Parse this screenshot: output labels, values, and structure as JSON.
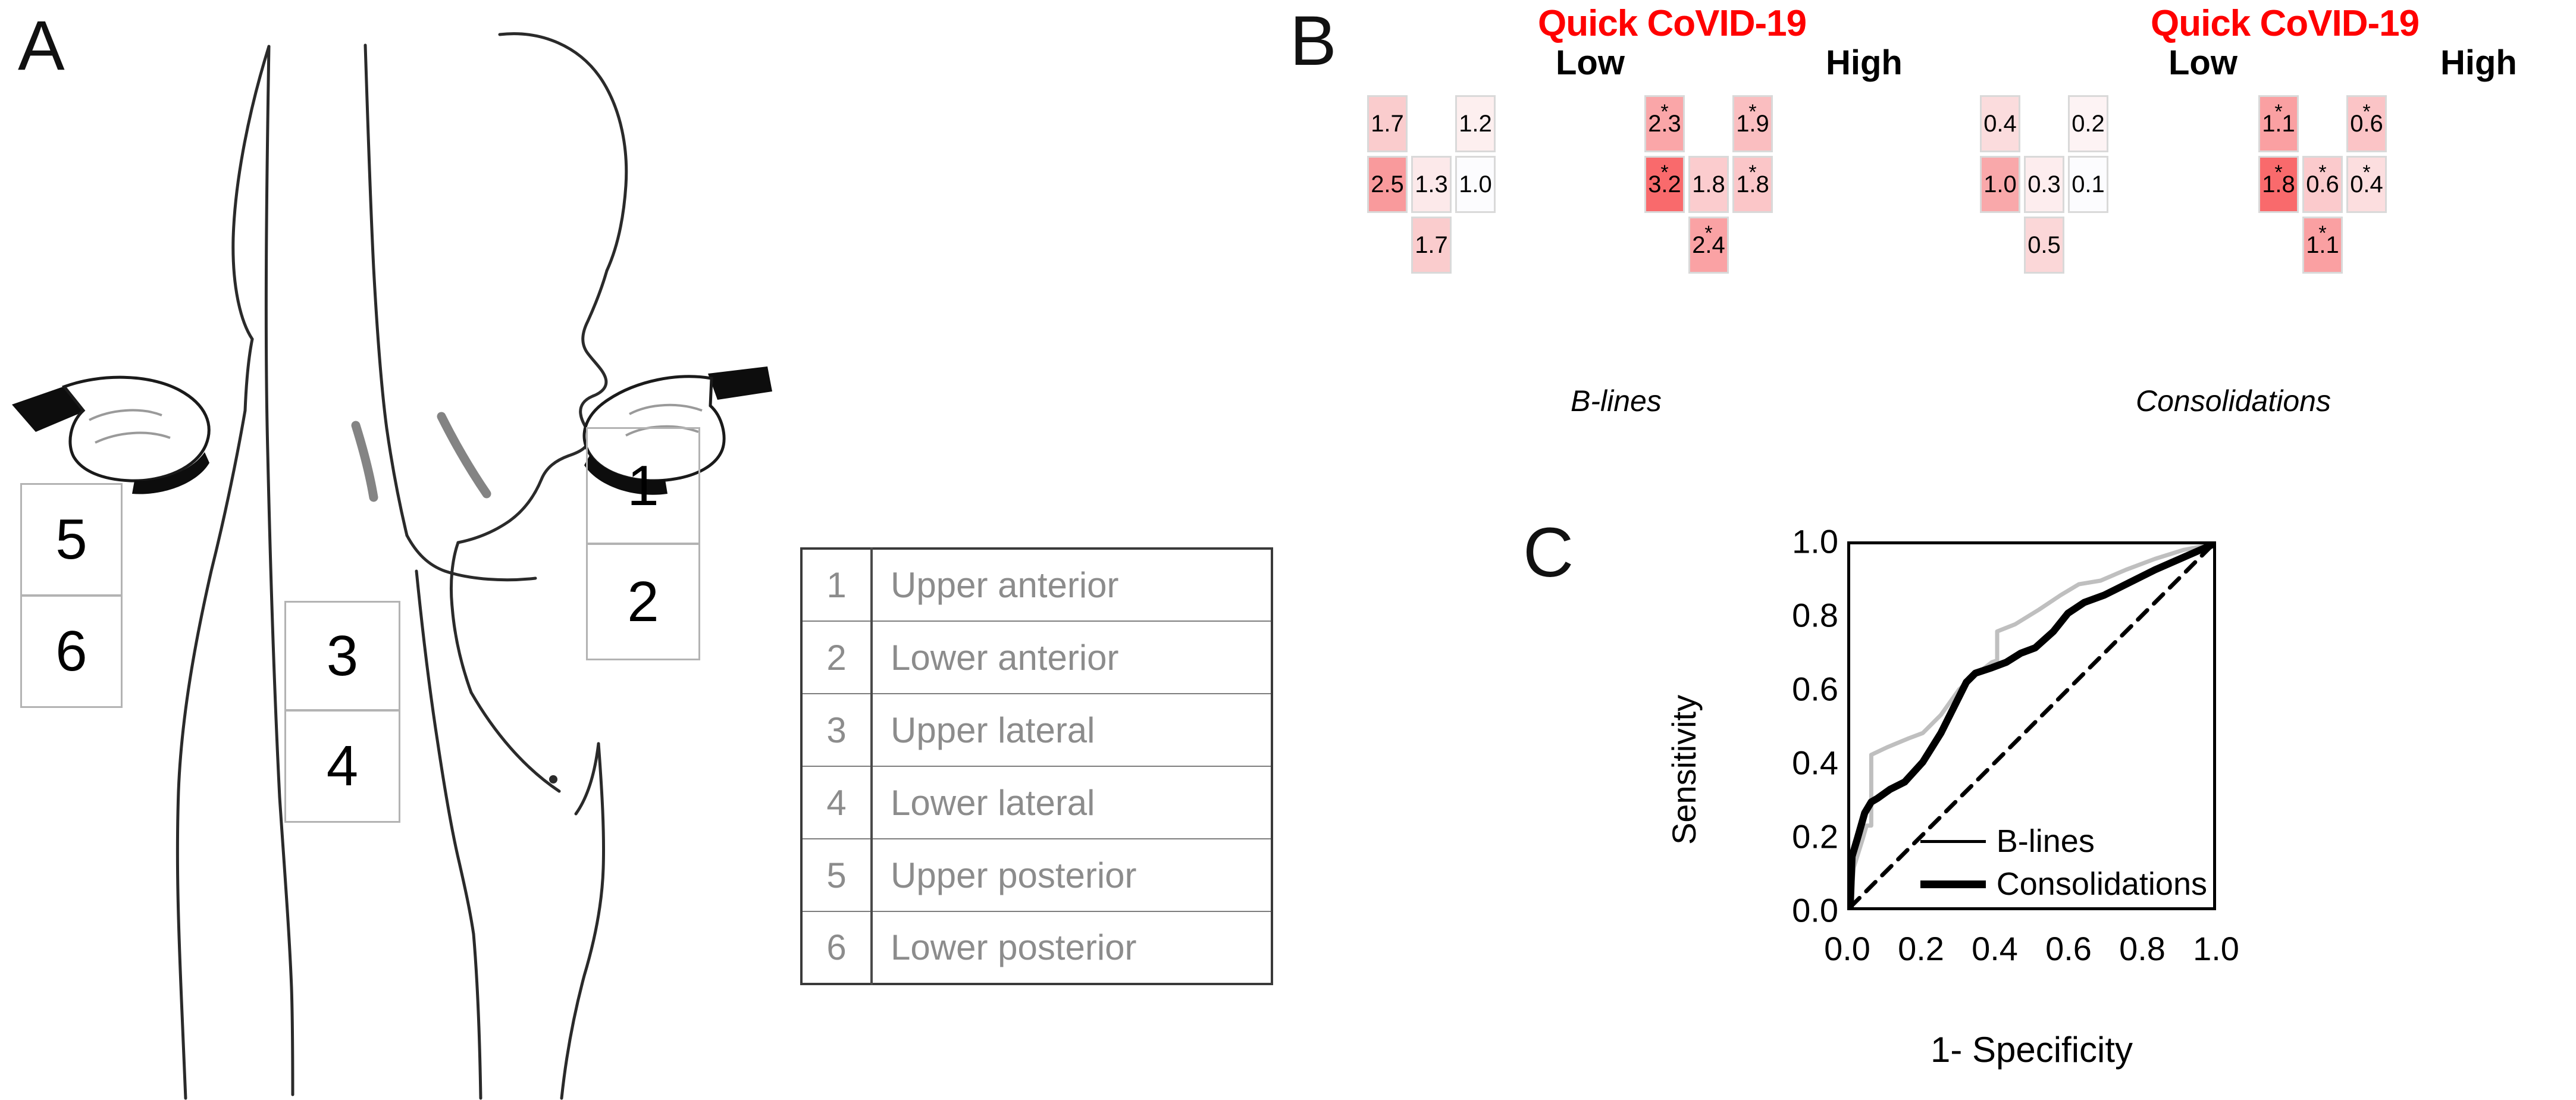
{
  "panels": {
    "a": {
      "letter": "A"
    },
    "b": {
      "letter": "B"
    },
    "c": {
      "letter": "C"
    }
  },
  "panel_a": {
    "zone_boxes": [
      {
        "id": "1",
        "label": "1"
      },
      {
        "id": "2",
        "label": "2"
      },
      {
        "id": "3",
        "label": "3"
      },
      {
        "id": "4",
        "label": "4"
      },
      {
        "id": "5",
        "label": "5"
      },
      {
        "id": "6",
        "label": "6"
      }
    ],
    "zone_table": [
      {
        "num": "1",
        "name": "Upper anterior"
      },
      {
        "num": "2",
        "name": "Lower anterior"
      },
      {
        "num": "3",
        "name": "Upper lateral"
      },
      {
        "num": "4",
        "name": "Lower lateral"
      },
      {
        "num": "5",
        "name": "Upper posterior"
      },
      {
        "num": "6",
        "name": "Lower posterior"
      }
    ],
    "icons": {
      "probe": "ultrasound-probe-icon",
      "body": "human-torso-profile-outline"
    }
  },
  "panel_b": {
    "title": "Quick CoVID-19",
    "title_color": "#FF0000",
    "col_labels": {
      "low": "Low",
      "high": "High"
    },
    "measure_labels": {
      "blines": "B-lines",
      "consolidations": "Consolidations"
    },
    "significance_marker": "*",
    "heatmaps": [
      {
        "measure": "B-lines",
        "group": "Low",
        "cells": [
          [
            {
              "v": "1.7",
              "c": "#FACCCD",
              "s": false
            },
            {
              "v": "",
              "c": "",
              "s": false,
              "empty": true
            },
            {
              "v": "1.2",
              "c": "#FDEFEF",
              "s": false
            }
          ],
          [
            {
              "v": "2.5",
              "c": "#F99A9C",
              "s": false
            },
            {
              "v": "1.3",
              "c": "#FCE9EA",
              "s": false
            },
            {
              "v": "1.0",
              "c": "#FCFCFE",
              "s": false
            }
          ],
          [
            {
              "v": "",
              "c": "",
              "s": false,
              "empty": true
            },
            {
              "v": "1.7",
              "c": "#FACCCD",
              "s": false
            },
            {
              "v": "",
              "c": "",
              "s": false,
              "empty": true
            }
          ]
        ]
      },
      {
        "measure": "B-lines",
        "group": "High",
        "cells": [
          [
            {
              "v": "2.3",
              "c": "#FAA6A8",
              "s": true
            },
            {
              "v": "",
              "c": "",
              "s": false,
              "empty": true
            },
            {
              "v": "1.9",
              "c": "#FABEC0",
              "s": true
            }
          ],
          [
            {
              "v": "3.2",
              "c": "#F96A6C",
              "s": true
            },
            {
              "v": "1.8",
              "c": "#FBCCCE",
              "s": false
            },
            {
              "v": "1.8",
              "c": "#FBC6C8",
              "s": true
            }
          ],
          [
            {
              "v": "",
              "c": "",
              "s": false,
              "empty": true
            },
            {
              "v": "2.4",
              "c": "#FAA2A4",
              "s": true
            },
            {
              "v": "",
              "c": "",
              "s": false,
              "empty": true
            }
          ]
        ]
      },
      {
        "measure": "Consolidations",
        "group": "Low",
        "cells": [
          [
            {
              "v": "0.4",
              "c": "#FBDCDD",
              "s": false
            },
            {
              "v": "",
              "c": "",
              "s": false,
              "empty": true
            },
            {
              "v": "0.2",
              "c": "#FDF3F4",
              "s": false
            }
          ],
          [
            {
              "v": "1.0",
              "c": "#F9A8AA",
              "s": false
            },
            {
              "v": "0.3",
              "c": "#FDEDEE",
              "s": false
            },
            {
              "v": "0.1",
              "c": "#FCFCFE",
              "s": false
            }
          ],
          [
            {
              "v": "",
              "c": "",
              "s": false,
              "empty": true
            },
            {
              "v": "0.5",
              "c": "#FBD7D8",
              "s": false
            },
            {
              "v": "",
              "c": "",
              "s": false,
              "empty": true
            }
          ]
        ]
      },
      {
        "measure": "Consolidations",
        "group": "High",
        "cells": [
          [
            {
              "v": "1.1",
              "c": "#FAA0A2",
              "s": true
            },
            {
              "v": "",
              "c": "",
              "s": false,
              "empty": true
            },
            {
              "v": "0.6",
              "c": "#FBC4C6",
              "s": true
            }
          ],
          [
            {
              "v": "1.8",
              "c": "#F96A6C",
              "s": true
            },
            {
              "v": "0.6",
              "c": "#FBCACC",
              "s": true
            },
            {
              "v": "0.4",
              "c": "#FCDEDF",
              "s": true
            }
          ],
          [
            {
              "v": "",
              "c": "",
              "s": false,
              "empty": true
            },
            {
              "v": "1.1",
              "c": "#FAA0A2",
              "s": true
            },
            {
              "v": "",
              "c": "",
              "s": false,
              "empty": true
            }
          ]
        ]
      }
    ]
  },
  "chart_data": {
    "type": "line",
    "title": "",
    "xlabel": "1- Specificity",
    "ylabel": "Sensitivity",
    "xlim": [
      0.0,
      1.0
    ],
    "ylim": [
      0.0,
      1.0
    ],
    "xticks": [
      "0.0",
      "0.2",
      "0.4",
      "0.6",
      "0.8",
      "1.0"
    ],
    "yticks": [
      "0.0",
      "0.2",
      "0.4",
      "0.6",
      "0.8",
      "1.0"
    ],
    "xtick_values": [
      0.0,
      0.2,
      0.4,
      0.6,
      0.8,
      1.0
    ],
    "ytick_values": [
      0.0,
      0.2,
      0.4,
      0.6,
      0.8,
      1.0
    ],
    "grid": false,
    "legend_position": "bottom-right",
    "series": [
      {
        "name": "B-lines",
        "color": "#BFBFBF",
        "width": 7,
        "points": [
          [
            0.0,
            0.0
          ],
          [
            0.01,
            0.11
          ],
          [
            0.035,
            0.19
          ],
          [
            0.045,
            0.225
          ],
          [
            0.058,
            0.225
          ],
          [
            0.058,
            0.42
          ],
          [
            0.1,
            0.44
          ],
          [
            0.16,
            0.465
          ],
          [
            0.2,
            0.48
          ],
          [
            0.25,
            0.53
          ],
          [
            0.3,
            0.6
          ],
          [
            0.345,
            0.64
          ],
          [
            0.39,
            0.675
          ],
          [
            0.405,
            0.68
          ],
          [
            0.405,
            0.76
          ],
          [
            0.455,
            0.78
          ],
          [
            0.52,
            0.82
          ],
          [
            0.58,
            0.86
          ],
          [
            0.63,
            0.89
          ],
          [
            0.69,
            0.9
          ],
          [
            0.76,
            0.93
          ],
          [
            0.84,
            0.96
          ],
          [
            0.92,
            0.985
          ],
          [
            1.0,
            1.0
          ]
        ]
      },
      {
        "name": "Consolidations",
        "color": "#000000",
        "width": 12,
        "points": [
          [
            0.0,
            0.0
          ],
          [
            0.005,
            0.14
          ],
          [
            0.02,
            0.19
          ],
          [
            0.04,
            0.26
          ],
          [
            0.058,
            0.29
          ],
          [
            0.075,
            0.3
          ],
          [
            0.11,
            0.325
          ],
          [
            0.15,
            0.345
          ],
          [
            0.2,
            0.4
          ],
          [
            0.25,
            0.48
          ],
          [
            0.29,
            0.56
          ],
          [
            0.32,
            0.62
          ],
          [
            0.345,
            0.645
          ],
          [
            0.39,
            0.66
          ],
          [
            0.43,
            0.675
          ],
          [
            0.47,
            0.7
          ],
          [
            0.51,
            0.715
          ],
          [
            0.56,
            0.76
          ],
          [
            0.6,
            0.81
          ],
          [
            0.645,
            0.84
          ],
          [
            0.7,
            0.86
          ],
          [
            0.76,
            0.89
          ],
          [
            0.84,
            0.93
          ],
          [
            0.92,
            0.965
          ],
          [
            1.0,
            1.0
          ]
        ]
      },
      {
        "name": "reference",
        "color": "#000000",
        "width": 7,
        "dashed": true,
        "points": [
          [
            0.0,
            0.0
          ],
          [
            1.0,
            1.0
          ]
        ]
      }
    ],
    "legend": [
      {
        "label": "B-lines",
        "color": "#000000",
        "width": 5
      },
      {
        "label": "Consolidations",
        "color": "#000000",
        "width": 13
      }
    ]
  }
}
